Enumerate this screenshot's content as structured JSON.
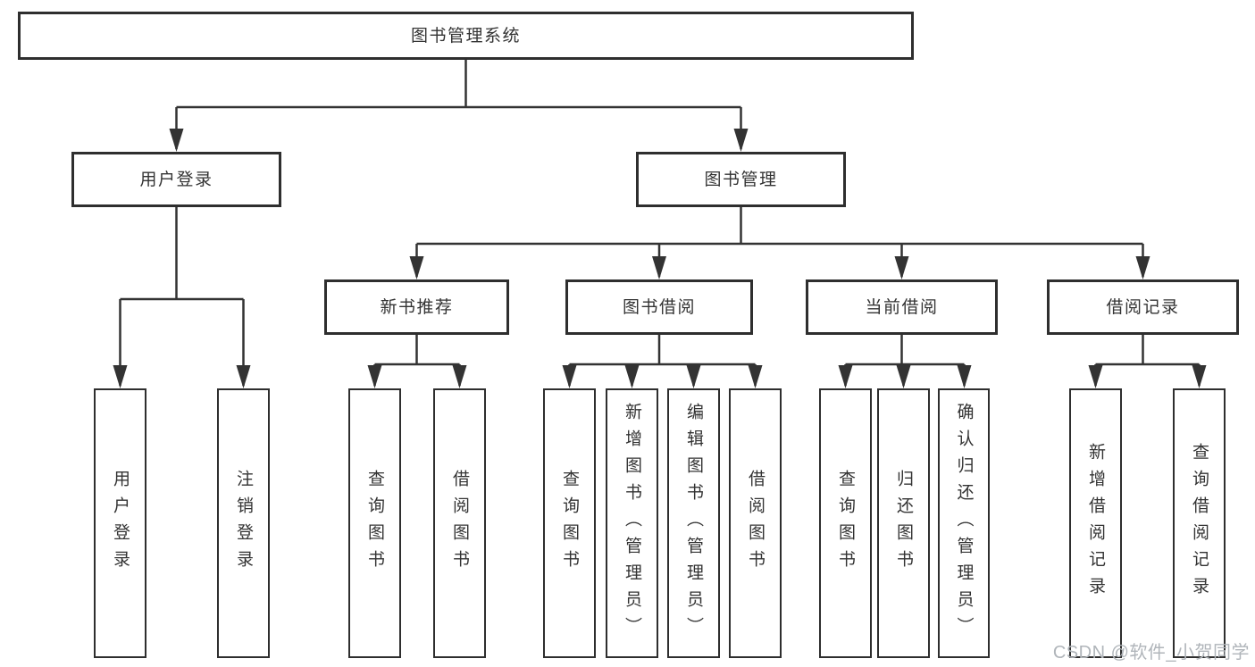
{
  "title": "图书管理系统",
  "nodes": {
    "root": {
      "label": "图书管理系统"
    },
    "user_login": {
      "label": "用户登录"
    },
    "book_mgmt": {
      "label": "图书管理"
    },
    "new_book_rec": {
      "label": "新书推荐"
    },
    "book_borrow": {
      "label": "图书借阅"
    },
    "current_borrow": {
      "label": "当前借阅"
    },
    "borrow_records": {
      "label": "借阅记录"
    },
    "leaf_user_login": {
      "label": "用户登录"
    },
    "leaf_logout": {
      "label": "注销登录"
    },
    "leaf_query_book_rec": {
      "label": "查询图书"
    },
    "leaf_borrow_book_rec": {
      "label": "借阅图书"
    },
    "leaf_query_book_borrow": {
      "label": "查询图书"
    },
    "leaf_add_book_admin": {
      "label": "新增图书（管理员）"
    },
    "leaf_edit_book_admin": {
      "label": "编辑图书（管理员）"
    },
    "leaf_borrow_book_borrow": {
      "label": "借阅图书"
    },
    "leaf_query_book_current": {
      "label": "查询图书"
    },
    "leaf_return_book": {
      "label": "归还图书"
    },
    "leaf_confirm_return_admin": {
      "label": "确认归还（管理员）"
    },
    "leaf_add_borrow_record": {
      "label": "新增借阅记录"
    },
    "leaf_query_borrow_record": {
      "label": "查询借阅记录"
    }
  },
  "hierarchy": {
    "图书管理系统": {
      "用户登录": [
        "用户登录",
        "注销登录"
      ],
      "图书管理": {
        "新书推荐": [
          "查询图书",
          "借阅图书"
        ],
        "图书借阅": [
          "查询图书",
          "新增图书（管理员）",
          "编辑图书（管理员）",
          "借阅图书"
        ],
        "当前借阅": [
          "查询图书",
          "归还图书",
          "确认归还（管理员）"
        ],
        "借阅记录": [
          "新增借阅记录",
          "查询借阅记录"
        ]
      }
    }
  },
  "watermark": {
    "text": "CSDN @软件_小贺同学"
  },
  "colors": {
    "line": "#333333",
    "box_border": "#2e2e2e",
    "text": "#333333",
    "watermark": "#b0b5ba",
    "background": "#ffffff"
  }
}
